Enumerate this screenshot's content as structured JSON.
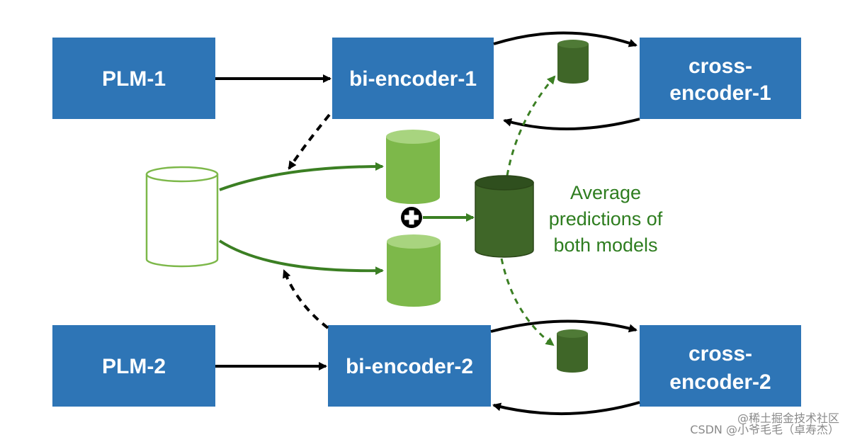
{
  "boxes": {
    "plm1": "PLM-1",
    "plm2": "PLM-2",
    "bi_encoder_1": "bi-encoder-1",
    "bi_encoder_2": "bi-encoder-2",
    "cross_encoder_1": [
      "cross-",
      "encoder-1"
    ],
    "cross_encoder_2": [
      "cross-",
      "encoder-2"
    ]
  },
  "annotation": [
    "Average",
    "predictions of",
    "both models"
  ],
  "watermark": {
    "line1": "@稀土掘金技术社区",
    "line2": "CSDN @小爷毛毛（卓寿杰）"
  },
  "colors": {
    "box_fill": "#2e75b6",
    "cylinder_light": "#7db84a",
    "cylinder_dark": "#3f6628",
    "green_arrow": "#3b7f23",
    "annotation_text": "#2e7d1f"
  }
}
